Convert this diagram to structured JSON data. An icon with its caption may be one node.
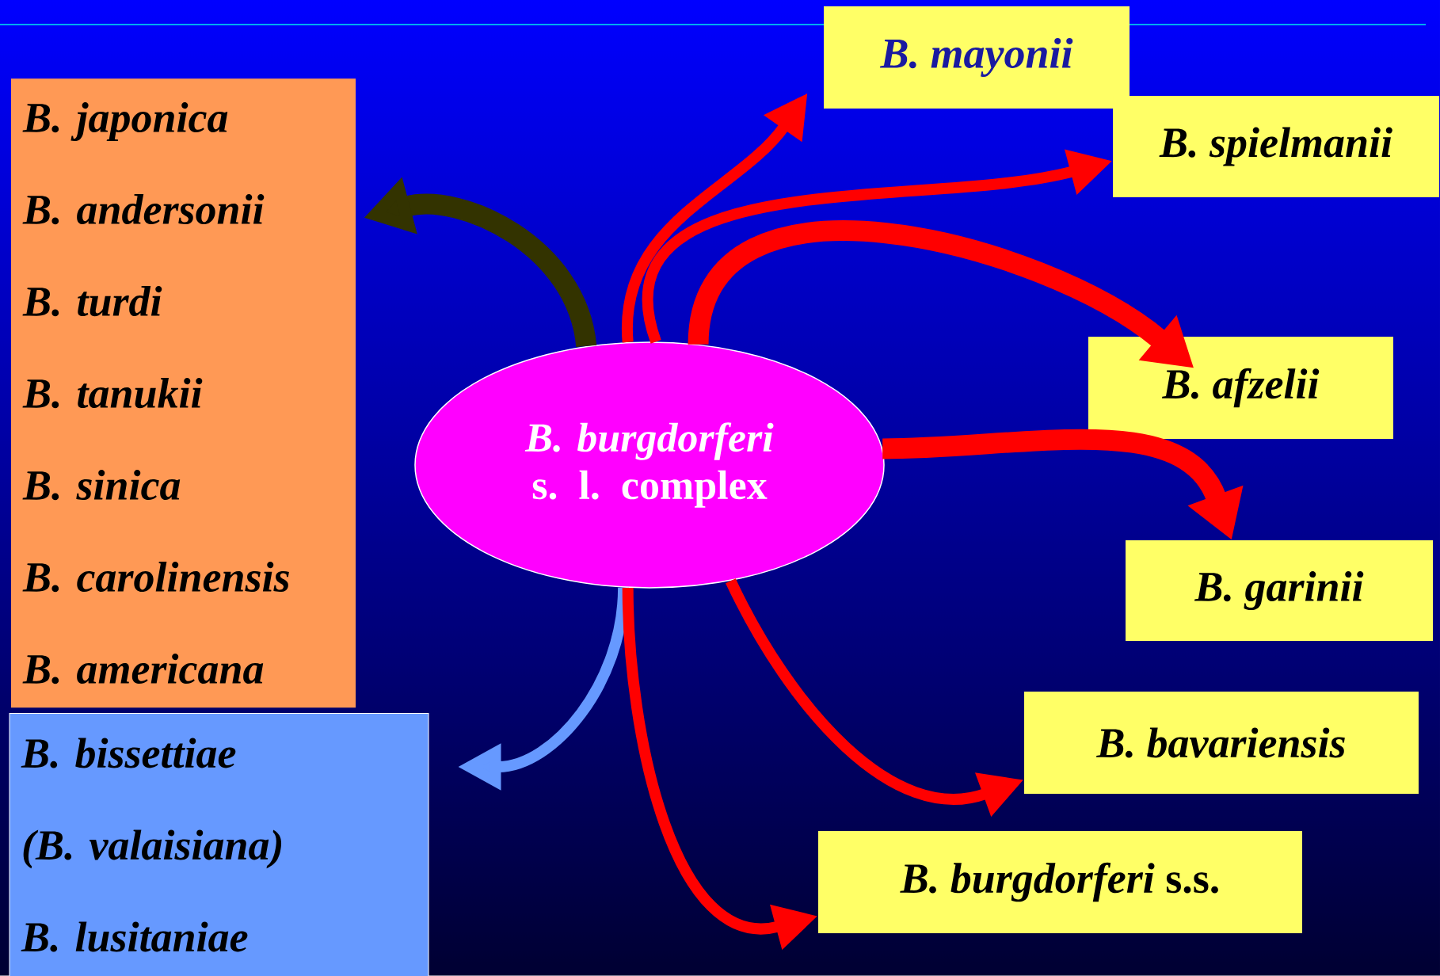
{
  "diagram": {
    "nodes": [
      {
        "text": [
          "*B. burgdorferi* s. l. complex"
        ]
      },
      {
        "text": [
          "B. japonica",
          "B. andersonii",
          "B. turdi",
          "B. tanukii",
          "B. sinica",
          "B. carolinensis",
          "B. americana"
        ]
      },
      {
        "text": [
          "B. bissettiae",
          "(B. valaisiana)",
          "B. lusitaniae"
        ]
      },
      {
        "text": [
          "B. mayonii"
        ]
      },
      {
        "text": [
          "B. spielmanii"
        ]
      },
      {
        "text": [
          "B. afzelii"
        ]
      },
      {
        "text": [
          "B. garinii"
        ]
      },
      {
        "text": [
          "B. bavariensis"
        ]
      },
      {
        "text": [
          "*B. burgdorferi* s.s."
        ]
      }
    ],
    "edges": [
      {
        "from": 0,
        "to": 1,
        "arrow": "to",
        "style": "thick",
        "color": "#333300"
      },
      {
        "from": 0,
        "to": 2,
        "arrow": "to",
        "color": "#6699ff"
      },
      {
        "from": 0,
        "to": 3,
        "arrow": "to"
      },
      {
        "from": 0,
        "to": 4,
        "arrow": "to"
      },
      {
        "from": 0,
        "to": 5,
        "arrow": "to",
        "style": "thick"
      },
      {
        "from": 0,
        "to": 6,
        "arrow": "to",
        "style": "thick"
      },
      {
        "from": 0,
        "to": 7,
        "arrow": "to"
      },
      {
        "from": 0,
        "to": 8,
        "arrow": "to"
      }
    ]
  }
}
